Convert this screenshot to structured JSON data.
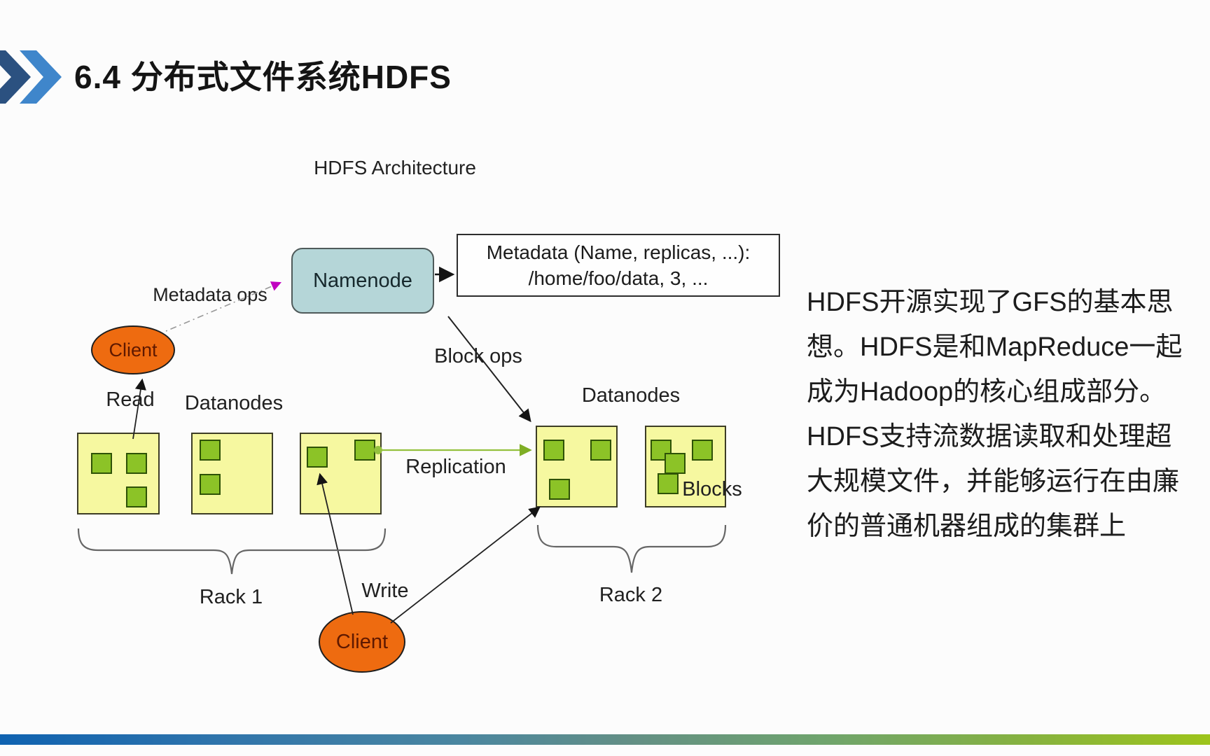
{
  "slide": {
    "title": "6.4 分布式文件系统HDFS"
  },
  "diagram": {
    "title": "HDFS Architecture",
    "namenode_label": "Namenode",
    "metadata_line1": "Metadata (Name, replicas, ...):",
    "metadata_line2": "/home/foo/data, 3, ...",
    "client_top_label": "Client",
    "client_bottom_label": "Client",
    "metadata_ops_label": "Metadata ops",
    "block_ops_label": "Block ops",
    "read_label": "Read",
    "write_label": "Write",
    "replication_label": "Replication",
    "datanodes_left_label": "Datanodes",
    "datanodes_right_label": "Datanodes",
    "blocks_label": "Blocks",
    "rack1_label": "Rack 1",
    "rack2_label": "Rack 2"
  },
  "description": {
    "lines": [
      "HDFS开源实现了GFS的基本思",
      "想。HDFS是和MapReduce一起",
      "成为Hadoop的核心组成部分。",
      "HDFS支持流数据读取和处理超",
      "大规模文件，并能够运行在由廉",
      "价的普通机器组成的集群上"
    ]
  },
  "colors": {
    "chevron_dark": "#2b5180",
    "chevron_light": "#3f86cb",
    "namenode_fill": "#b5d6d8",
    "client_fill": "#ee6b10",
    "datanode_box_fill": "#f6f8a0",
    "block_square_fill": "#8cc327",
    "replication_line": "#94c13d",
    "metadata_ops_arrowhead": "#c000c0",
    "footer_gradient_left": "#0f62b0",
    "footer_gradient_right": "#9dc41b"
  }
}
